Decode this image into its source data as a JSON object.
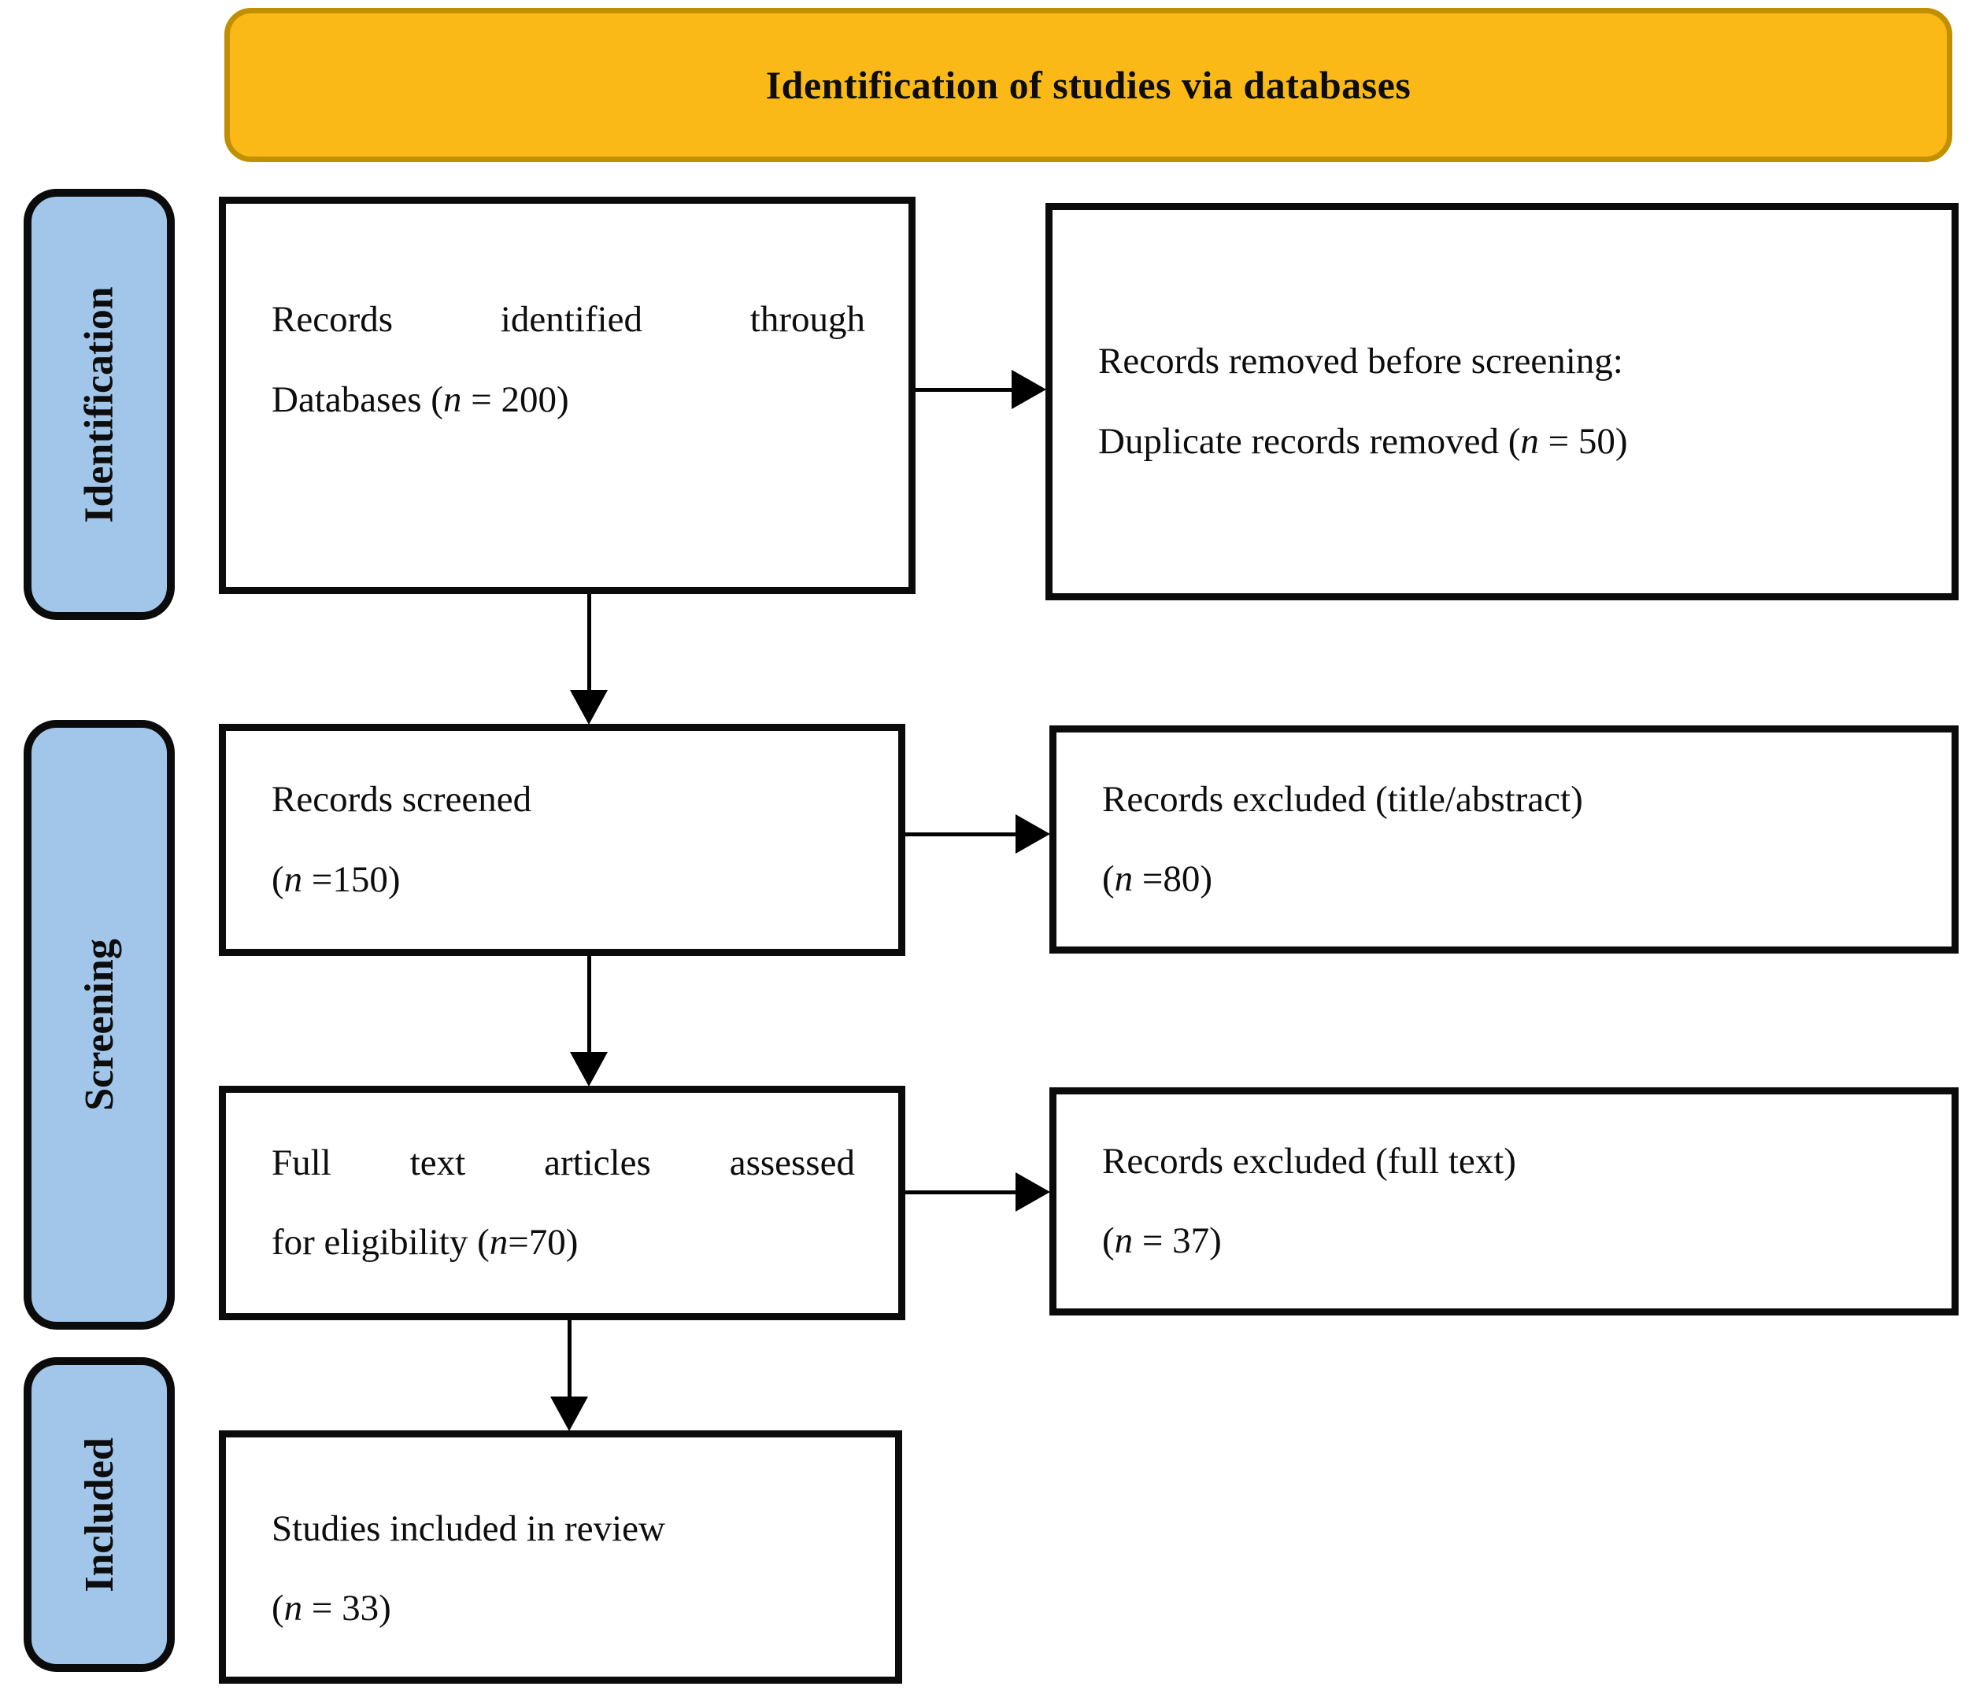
{
  "header": {
    "title": "Identification of studies via databases"
  },
  "sidebar": {
    "identification": "Identification",
    "screening": "Screening",
    "included": "Included"
  },
  "boxes": {
    "records_identified": {
      "line1": "Records identified through",
      "line2_prefix": "Databases (",
      "n": "n",
      "line2_rest": " = 200)"
    },
    "records_removed": {
      "line1": "Records removed before screening:",
      "line2_prefix": "Duplicate records removed (",
      "n": "n",
      "line2_rest": " = 50)"
    },
    "records_screened": {
      "line1": "Records screened",
      "line2_prefix": "(",
      "n": "n",
      "line2_rest": " =150)"
    },
    "records_excluded_title_abstract": {
      "line1": "Records excluded (title/abstract)",
      "line2_prefix": "(",
      "n": "n",
      "line2_rest": " =80)"
    },
    "full_text_assessed": {
      "line1": "Full text articles assessed",
      "line2_prefix": "for eligibility (",
      "n": "n",
      "line2_rest": "=70)"
    },
    "records_excluded_full_text": {
      "line1": "Records excluded (full text)",
      "line2_prefix": "(",
      "n": "n",
      "line2_rest": " = 37)"
    },
    "studies_included": {
      "line1": "Studies included in review",
      "line2_prefix": "(",
      "n": "n",
      "line2_rest": " = 33)"
    }
  },
  "colors": {
    "header_fill": "#FBB917",
    "header_border": "#C19000",
    "sidebar_fill": "#A2C6E9",
    "box_border": "#0B0B0B"
  }
}
